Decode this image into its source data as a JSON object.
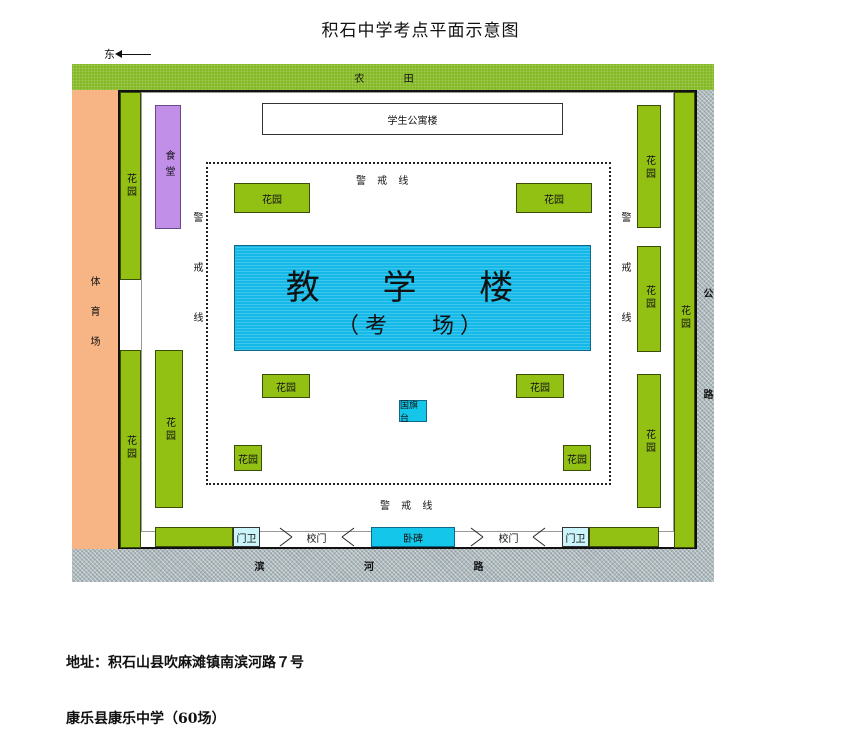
{
  "title": "积石中学考点平面示意图",
  "compass": {
    "label": "东"
  },
  "farmland": "农 田",
  "sports_field": "体育场",
  "road": "公 路",
  "river_road": "滨 河 路",
  "dormitory": "学生公寓楼",
  "canteen": "食堂",
  "cordon": "警戒线",
  "cordon_top": "警 戒 线",
  "cordon_bottom": "警 戒 线",
  "main_building": {
    "name": "教 学 楼",
    "sub": "（考   场）"
  },
  "garden": "花园",
  "flag_platform": "国旗台",
  "gate_guard": "门卫",
  "school_gate": "校门",
  "tablet": "卧碑",
  "address": "地址：积石山县吹麻滩镇南滨河路７号",
  "venue": "康乐县康乐中学（60场）",
  "colors": {
    "garden": "#92c114",
    "farmland": "#7fb51a",
    "sports_field": "#f7b586",
    "canteen": "#c18ee8",
    "building": "#14b9e8",
    "road": "#aeb9bd"
  }
}
